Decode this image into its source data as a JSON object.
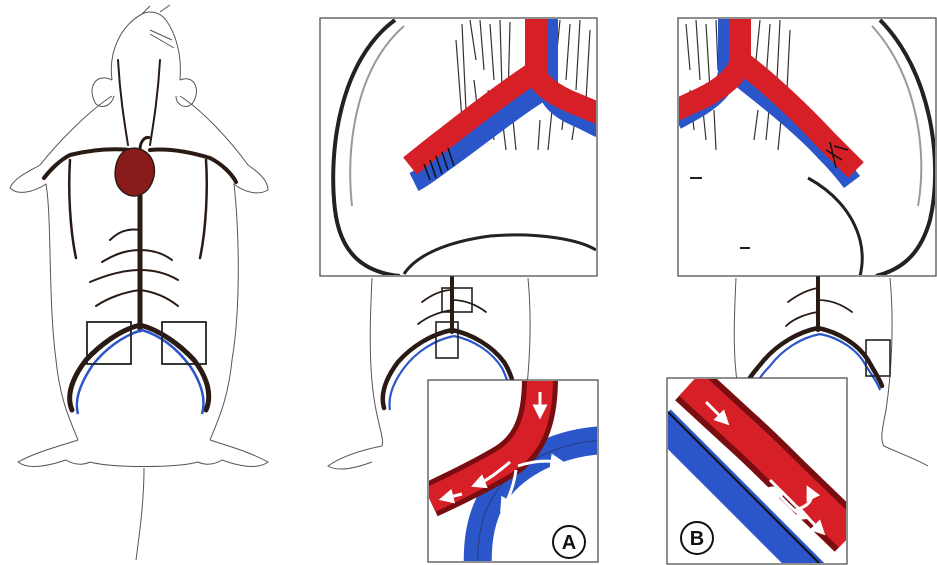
{
  "figure": {
    "panels": [
      {
        "id": "whole-animal-vasculature"
      },
      {
        "id": "aortocaval-fistula-ligation"
      },
      {
        "id": "femoral-arteriovenous-fistula"
      }
    ],
    "insets": [
      {
        "id": "inset-a",
        "label": "A"
      },
      {
        "id": "inset-b",
        "label": "B"
      }
    ]
  },
  "colors": {
    "artery": "#d61f26",
    "artery_dark": "#7a0d10",
    "vein": "#2b56c9",
    "outline": "#1a1a1a",
    "vessel_dark": "#2a1a14",
    "heart": "#8a1b1b",
    "box": "#222222"
  }
}
